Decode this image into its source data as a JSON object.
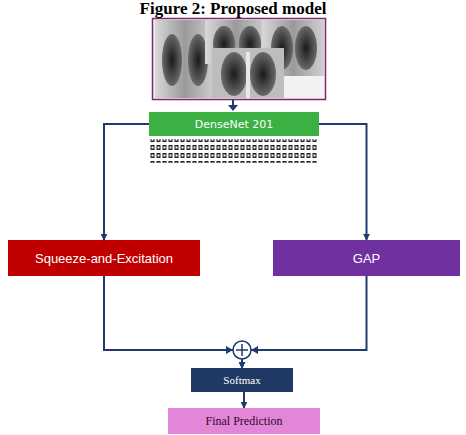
{
  "diagram": {
    "title": "Figure 2: Proposed model",
    "nodes": [
      {
        "text": [
          "DenseNet 201"
        ]
      },
      {
        "text": [
          "Squeeze-and-Excitation"
        ]
      },
      {
        "text": [
          "GAP"
        ]
      },
      {
        "text": [
          "Softmax"
        ]
      },
      {
        "text": [
          "Final Prediction"
        ]
      }
    ],
    "edges": [
      {
        "from": 0,
        "to": 1,
        "arrow": "to"
      },
      {
        "from": 0,
        "to": 2,
        "arrow": "to"
      },
      {
        "from": 1,
        "to": 3,
        "arrow": "to"
      },
      {
        "from": 2,
        "to": 3,
        "arrow": "to"
      },
      {
        "from": 3,
        "to": 4,
        "arrow": "to"
      }
    ]
  }
}
